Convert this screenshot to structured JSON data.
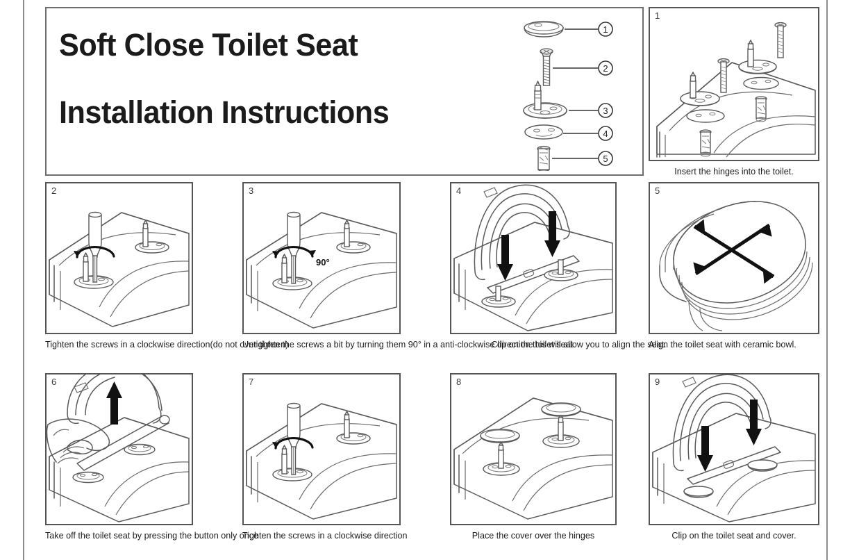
{
  "document": {
    "title_line_1": "Soft Close Toilet Seat",
    "title_line_2": "Installation Instructions"
  },
  "parts_legend": {
    "items": [
      {
        "number": "1",
        "part": "round-cover-cap"
      },
      {
        "number": "2",
        "part": "long-screw-bolt"
      },
      {
        "number": "3",
        "part": "hinge-post-with-base-plate"
      },
      {
        "number": "4",
        "part": "washer-plate"
      },
      {
        "number": "5",
        "part": "wall-plug-anchor"
      }
    ]
  },
  "steps": [
    {
      "number": "1",
      "caption": "Insert the hinges into the toilet.",
      "align": "center",
      "illustration": "exploded-hinge-parts-above-toilet"
    },
    {
      "number": "2",
      "caption": "Tighten the screws in a clockwise direction(do not over tighten)",
      "align": "left",
      "illustration": "screwdriver-tightening-clockwise"
    },
    {
      "number": "3",
      "caption": "Untighten the screws a bit by turning them 90° in a anti-clockwise direction this will allow you to align the seat.",
      "align": "justify",
      "illustration": "screwdriver-turning-anticlockwise-90",
      "annotation": "90°"
    },
    {
      "number": "4",
      "caption": "Clip on the toilet seat.",
      "align": "center",
      "illustration": "seat-clipping-down-two-arrows"
    },
    {
      "number": "5",
      "caption": "Align the toilet seat with ceramic bowl.",
      "align": "left",
      "illustration": "closed-seat-with-cross-arrows"
    },
    {
      "number": "6",
      "caption": "Take off the toilet seat by pressing the button only once",
      "align": "left",
      "illustration": "hand-pressing-button-up-arrow"
    },
    {
      "number": "7",
      "caption": "Tighten the screws in a clockwise direction",
      "align": "center",
      "illustration": "screwdriver-tightening-clockwise"
    },
    {
      "number": "8",
      "caption": "Place the cover over the hinges",
      "align": "center",
      "illustration": "covers-above-hinge-posts"
    },
    {
      "number": "9",
      "caption": "Clip on the toilet seat and cover.",
      "align": "center",
      "illustration": "seat-and-cover-clipping-down-arrows"
    }
  ],
  "colors": {
    "line": "#5a5a5a",
    "arrow": "#111111",
    "border": "#555555",
    "text": "#1d1d1d",
    "page_frame": "#8c8c8c"
  }
}
